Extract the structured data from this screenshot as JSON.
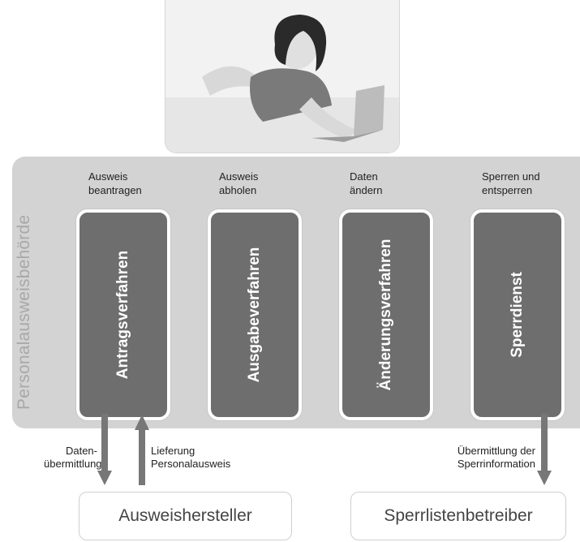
{
  "authority": {
    "label": "Personalausweisbehörde"
  },
  "actions": [
    {
      "line1": "Ausweis",
      "line2": "beantragen"
    },
    {
      "line1": "Ausweis",
      "line2": "abholen"
    },
    {
      "line1": "Daten",
      "line2": "ändern"
    },
    {
      "line1": "Sperren und",
      "line2": "entsperren"
    }
  ],
  "procedures": [
    {
      "label": "Antragsverfahren"
    },
    {
      "label": "Ausgabeverfahren"
    },
    {
      "label": "Änderungsverfahren"
    },
    {
      "label": "Sperrdienst"
    }
  ],
  "flows": {
    "daten": {
      "line1": "Daten-",
      "line2": "übermittlung"
    },
    "lieferung": {
      "line1": "Lieferung",
      "line2": "Personalausweis"
    },
    "sperr": {
      "line1": "Übermittlung der",
      "line2": "Sperrinformation"
    }
  },
  "targets": {
    "hersteller": "Ausweishersteller",
    "betreiber": "Sperrlistenbetreiber"
  },
  "colors": {
    "procedure_box": "#6e6e6e",
    "authority_band": "#d3d3d3",
    "arrow": "#777777"
  },
  "photo": {
    "icon": "woman-with-laptop-photo"
  }
}
